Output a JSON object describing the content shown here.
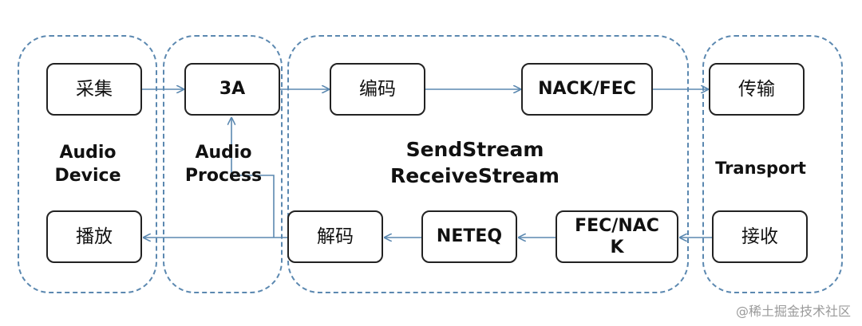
{
  "groups": {
    "audio_device": "Audio\nDevice",
    "audio_process": "Audio\nProcess",
    "stream": "SendStream\nReceiveStream",
    "transport": "Transport"
  },
  "nodes": {
    "capture": "采集",
    "aec": "3A",
    "encode": "编码",
    "nack_fec": "NACK/FEC",
    "transmit": "传输",
    "playback": "播放",
    "decode": "解码",
    "neteq": "NETEQ",
    "fec_nack": "FEC/NAC\nK",
    "receive": "接收"
  },
  "colors": {
    "edge": "#5b88b0",
    "group_border": "#5b88b0",
    "node_border": "#222222"
  },
  "watermark": "@稀土掘金技术社区"
}
